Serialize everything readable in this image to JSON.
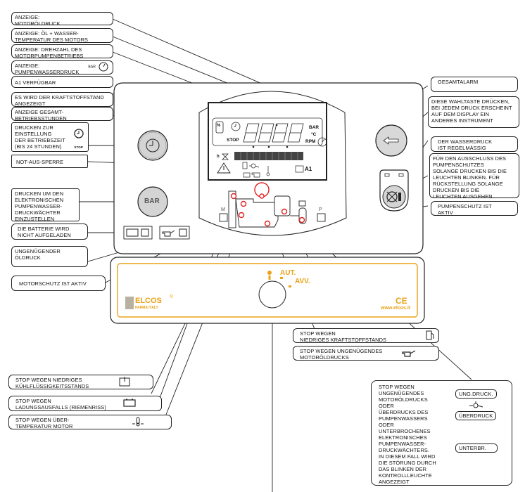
{
  "labels_left": [
    {
      "id": "oil-pressure-display",
      "text": "ANZEIGE:\nMOTORÖLDRUCK"
    },
    {
      "id": "oil-water-temp-display",
      "text": "ANZEIGE: ÖL + WASSER-\nTEMPERATUR DES MOTORS"
    },
    {
      "id": "rpm-display",
      "text": "ANZEIGE: DREHZAHL DES\nMOTORPUMPENBETRIEBS"
    },
    {
      "id": "pump-water-pressure-display",
      "text": "ANZEIGE:\nPUMPENWASSERDRUCK",
      "icon_label": "BAR"
    },
    {
      "id": "a1-available",
      "text": "A1 VERFÜGBAR"
    },
    {
      "id": "fuel-level-display",
      "text": "ES WIRD DER KRAFTSTOFFSTAND\nANGEZEIGT"
    },
    {
      "id": "total-hours-display",
      "text": "ANZEIGE GESAMT-\nBETRIEBSSTUNDEN"
    },
    {
      "id": "timer-setting",
      "text": "DRUCKEN ZUR\nEINSTELLUNG\nDER BETRIEBSZEIT\n(BIS 24 STUNDEN)",
      "icon_label": "STOP"
    },
    {
      "id": "emergency-stop-lock",
      "text": "NOT-AUS-SPERRE"
    },
    {
      "id": "pressure-switch-setting",
      "text": "DRUCKEN UM DEN\nELEKTRONISCHEN\nPUMPENWASSER-\nDRUCKWÄCHTER\nEINZUSTELLEN"
    },
    {
      "id": "battery-not-charging",
      "text": "DIE BATTERIE WIRD\nNICHT AUFGELADEN"
    },
    {
      "id": "low-oil-pressure",
      "text": "UNGENÜGENDER\nÖLDRUCK"
    },
    {
      "id": "motor-protection-active",
      "text": "MOTORSCHUTZ IST  AKTIV"
    }
  ],
  "labels_right": [
    {
      "id": "general-alarm",
      "text": "GESAMTALARM"
    },
    {
      "id": "selector-button",
      "text": "DIESE WAHLTASTE DRÜCKEN,\nBEI JEDEM DRUCK ERSCHEINT\nAUF DEM DISPLAY EIN\nANDERES INSTRUMENT"
    },
    {
      "id": "water-pressure-ok",
      "text": "DER WASSERDRUCK\nIST REGELMÄSSIG"
    },
    {
      "id": "pump-protection-exclusion",
      "text": "FÜR DEN AUSSCHLUSS DES\nPUMPENSCHUTZES\nSOLANGE DRUCKEN BIS DIE\nLEUCHTEN BLINKEN. FÜR\nRÜCKSTELLUNG SOLANGE\nDRUCKEN BIS DIE\nLEUCHTEN AUSGEHEN"
    },
    {
      "id": "pump-protection-active",
      "text": "PUMPENSCHUTZ IST\nAKTIV"
    }
  ],
  "labels_bottom": [
    {
      "id": "stop-low-fuel",
      "text": "STOP WEGEN\nNIEDRIGES KRAFTSTOFFSTANDS"
    },
    {
      "id": "stop-low-oil-pressure",
      "text": "STOP WEGEN UNGENÜGENDES\nMOTORÖLDRUCKS"
    },
    {
      "id": "stop-low-coolant",
      "text": "STOP WEGEN NIEDRIGES\nKÜHLFLÜSSIGKEITSSTANDS"
    },
    {
      "id": "stop-charge-failure",
      "text": "STOP WEGEN\nLADUNGSAUSFALLS (RIEMENRISS)"
    },
    {
      "id": "stop-over-temperature",
      "text": "STOP WEGEN ÜBER-\nTEMPERATUR MOTOR"
    }
  ],
  "pressure_fault_box": {
    "text": "STOP WEGEN\nUNGENÜGENDES\nMOTORÖLDRUCKS\nODER\nÜBERDRUCKS DES\nPUMPENWASSERS\nODER\nUNTERBROCHENES\nELEKTRONISCHES\nPUMPENWASSER-\nDRUCKWÄCHTERS.\nIN DIESEM FALL WIRD\nDIE STÖRUNG DURCH\nDAS BLINKEN DER\nKONTROLLLEUCHTE\n ANGEZEIGT",
    "pills": [
      "UNG.DRUCK.",
      "ÜBERDRUCK",
      "UNTERBR."
    ]
  },
  "display": {
    "stop_label": "STOP",
    "units": [
      "BAR",
      "°C",
      "RPM"
    ],
    "hours_label": "h",
    "a1_label": "A1",
    "percent_label": "%"
  },
  "buttons": {
    "bar_button": "BAR",
    "m_label": "M",
    "p_label": "P"
  },
  "key_panel": {
    "brand": "ELCOS",
    "registered": "®",
    "origin": "PARMA  ITALY",
    "positions": [
      "AUT.",
      "AVV."
    ],
    "website": "www.elcos.it",
    "ce_mark": "CE"
  },
  "colors": {
    "brand_orange": "#e8a317",
    "alarm_red": "#e02020",
    "line": "#222222"
  }
}
